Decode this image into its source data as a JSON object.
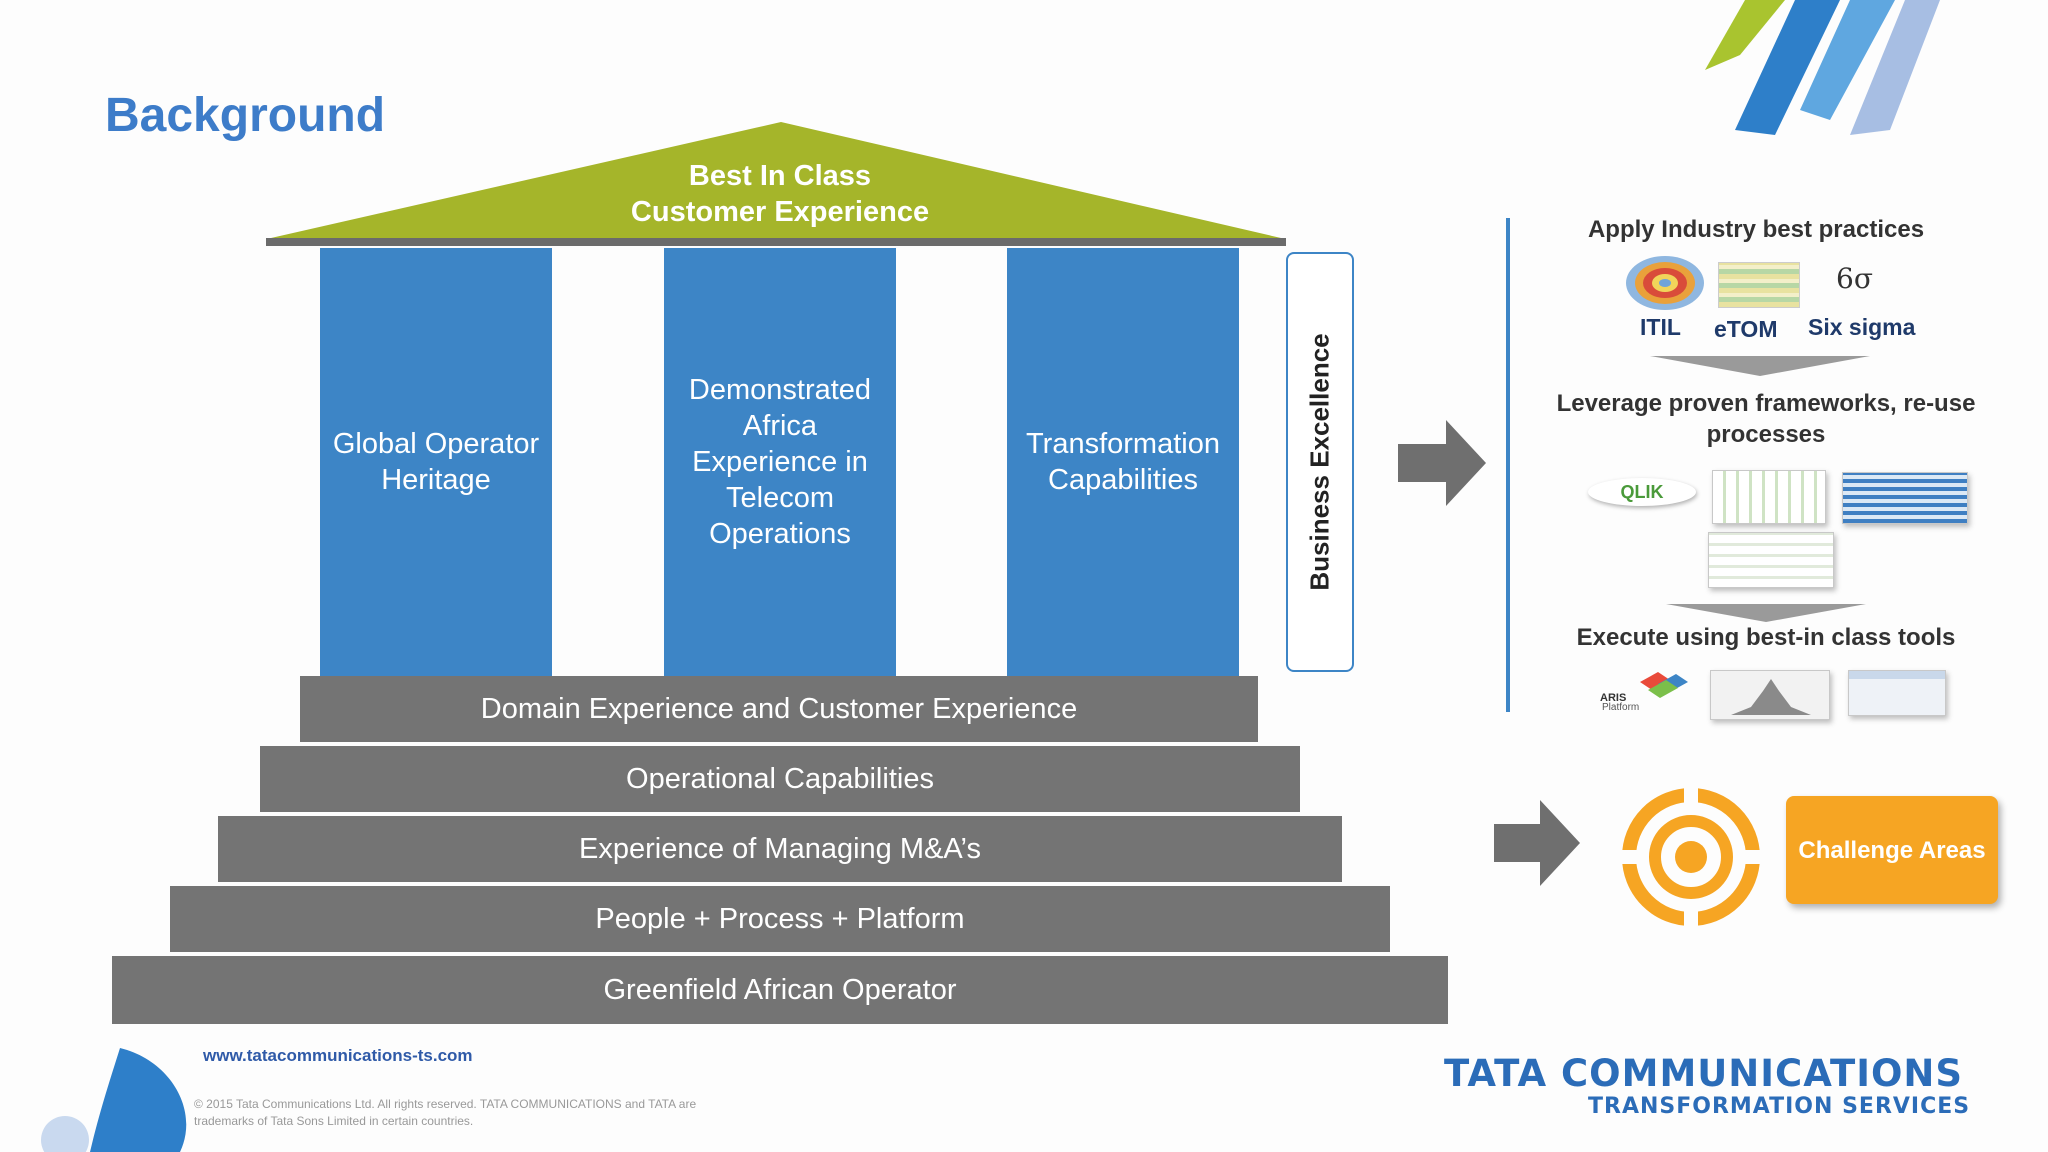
{
  "slide": {
    "title": "Background",
    "roof": {
      "line1": "Best In Class",
      "line2": "Customer Experience"
    },
    "pillars": [
      {
        "label": "Global Operator Heritage"
      },
      {
        "label": "Demonstrated Africa Experience in Telecom Operations"
      },
      {
        "label": "Transformation Capabilities"
      }
    ],
    "side_pillar": "Business Excellence",
    "steps": [
      "Domain Experience and Customer Experience",
      "Operational Capabilities",
      "Experience of Managing M&A’s",
      "People + Process + Platform",
      "Greenfield African Operator"
    ],
    "right_panel": {
      "heading1": "Apply Industry best practices",
      "frameworks": [
        "ITIL",
        "eTOM",
        "Six sigma"
      ],
      "six_sigma_symbol": "6σ",
      "heading2": "Leverage proven frameworks, re-use processes",
      "heading3": "Execute using best-in class tools",
      "aris_logo_text": "ARIS",
      "aris_logo_sub": "Platform",
      "qlik_logo_text": "QLIK"
    },
    "challenge": "Challenge Areas",
    "footer": {
      "url": "www.tatacommunications-ts.com",
      "copyright": "© 2015 Tata Communications Ltd. All rights reserved. TATA COMMUNICATIONS and TATA are trademarks of Tata Sons Limited in certain countries.",
      "brand_line1": "TATA  COMMUNICATIONS",
      "brand_line2": "TRANSFORMATION SERVICES"
    },
    "colors": {
      "title": "#3d7cc9",
      "pillar": "#3d85c6",
      "roof": "#a5b52a",
      "step": "#747474",
      "accent_orange": "#f6a523",
      "arrow": "#6f6f6f"
    },
    "icons": [
      "arrow-right-icon",
      "target-icon",
      "itil-wheel-icon",
      "etom-diagram-icon",
      "six-sigma-icon",
      "aris-logo-icon",
      "qlik-logo-icon"
    ]
  }
}
